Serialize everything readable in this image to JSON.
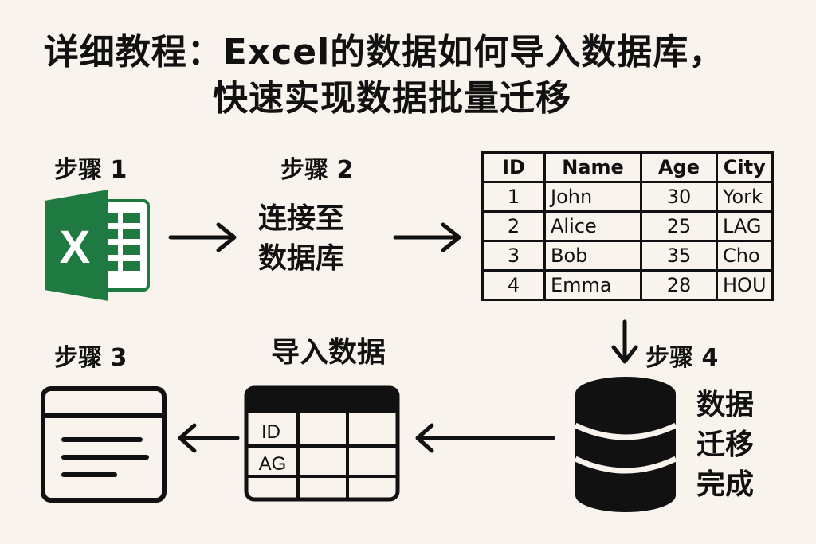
{
  "title": {
    "line1": "详细教程：Excel的数据如何导入数据库，",
    "line2": "快速实现数据批量迁移"
  },
  "steps": {
    "step1": "步骤 1",
    "step2": "步骤 2",
    "step3": "步骤 3",
    "step4": "步骤 4"
  },
  "labels": {
    "connect_line1": "连接至",
    "connect_line2": "数据库",
    "import_data": "导入数据",
    "done_line1": "数据",
    "done_line2": "迁移",
    "done_line3": "完成"
  },
  "excel_icon": {
    "letter": "X",
    "name": "excel-icon",
    "color": "#1e7a40"
  },
  "table": {
    "headers": [
      "ID",
      "Name",
      "Age",
      "City"
    ],
    "rows": [
      [
        "1",
        "John",
        "30",
        "York"
      ],
      [
        "2",
        "Alice",
        "25",
        "LAG"
      ],
      [
        "3",
        "Bob",
        "35",
        "Cho"
      ],
      [
        "4",
        "Emma",
        "28",
        "HOU"
      ]
    ]
  },
  "import_grid": {
    "row1": "ID",
    "row2": "AG"
  },
  "colors": {
    "background": "#f8f3ec",
    "ink": "#111111",
    "excel_green": "#1e7a40"
  }
}
